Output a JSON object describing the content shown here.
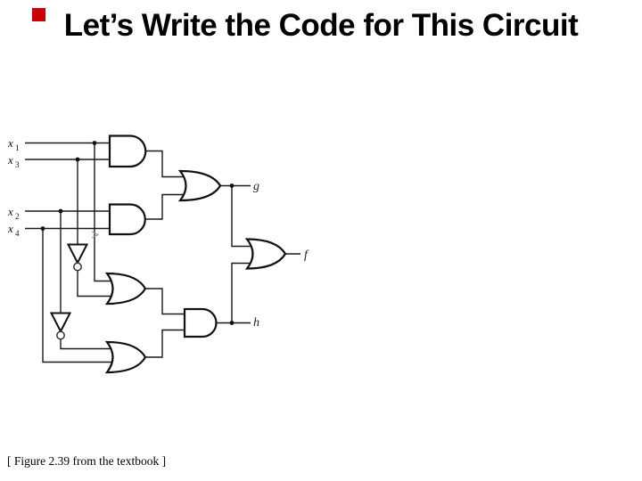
{
  "slide": {
    "title": "Let’s Write the Code for This Circuit",
    "caption": "[ Figure 2.39 from the textbook ]",
    "marker_color": "#cc0000",
    "background": "#ffffff",
    "title_color": "#000000"
  },
  "circuit": {
    "line_color": "#1a1a1a",
    "inputs": [
      {
        "var": "x",
        "sub": "1"
      },
      {
        "var": "x",
        "sub": "3"
      },
      {
        "var": "x",
        "sub": "2"
      },
      {
        "var": "x",
        "sub": "4"
      }
    ],
    "outputs": {
      "g": "g",
      "f": "f",
      "h": "h"
    },
    "gates": [
      {
        "id": "and1",
        "type": "AND",
        "inputs": [
          "x1",
          "x3"
        ],
        "output": "and1"
      },
      {
        "id": "and2",
        "type": "AND",
        "inputs": [
          "x2",
          "x4"
        ],
        "output": "and2"
      },
      {
        "id": "or_g",
        "type": "OR",
        "inputs": [
          "and1",
          "and2"
        ],
        "output": "g"
      },
      {
        "id": "not1",
        "type": "NOT",
        "inputs": [
          "x3"
        ],
        "output": "not_x3"
      },
      {
        "id": "not2",
        "type": "NOT",
        "inputs": [
          "x2"
        ],
        "output": "not_x2"
      },
      {
        "id": "or3",
        "type": "OR",
        "inputs": [
          "x1",
          "not_x3"
        ],
        "output": "or3"
      },
      {
        "id": "or4",
        "type": "OR",
        "inputs": [
          "not_x2",
          "x4"
        ],
        "output": "or4"
      },
      {
        "id": "and_h",
        "type": "AND",
        "inputs": [
          "or3",
          "or4"
        ],
        "output": "h"
      },
      {
        "id": "or_f",
        "type": "OR",
        "inputs": [
          "g",
          "h"
        ],
        "output": "f"
      }
    ]
  }
}
